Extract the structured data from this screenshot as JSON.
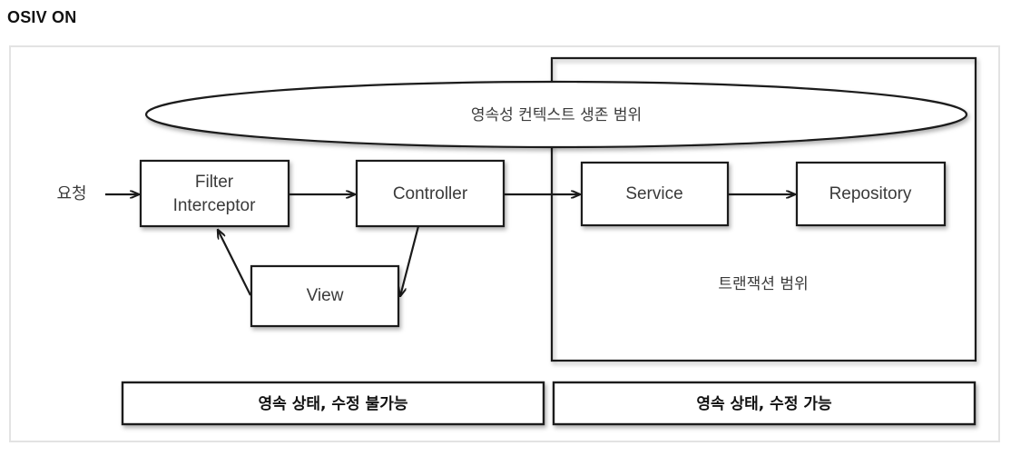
{
  "page": {
    "title": "OSIV ON"
  },
  "diagram": {
    "type": "flow-diagram",
    "entry_label": "요청",
    "scopes": [
      {
        "id": "persistence-context-scope",
        "shape": "ellipse",
        "label": "영속성 컨텍스트 생존 범위"
      },
      {
        "id": "transaction-scope",
        "shape": "rectangle",
        "label": "트랜잭션 범위"
      }
    ],
    "nodes": [
      {
        "id": "filter-interceptor",
        "line1": "Filter",
        "line2": "Interceptor"
      },
      {
        "id": "controller",
        "line1": "Controller",
        "line2": ""
      },
      {
        "id": "service",
        "line1": "Service",
        "line2": ""
      },
      {
        "id": "repository",
        "line1": "Repository",
        "line2": ""
      },
      {
        "id": "view",
        "line1": "View",
        "line2": ""
      }
    ],
    "edges": [
      {
        "from": "요청",
        "to": "Filter Interceptor"
      },
      {
        "from": "Filter Interceptor",
        "to": "Controller"
      },
      {
        "from": "Controller",
        "to": "Service"
      },
      {
        "from": "Service",
        "to": "Repository"
      },
      {
        "from": "Controller",
        "to": "View"
      },
      {
        "from": "View",
        "to": "Filter Interceptor"
      }
    ],
    "footer_bars": [
      {
        "id": "left-bar",
        "label": "영속 상태, 수정 불가능"
      },
      {
        "id": "right-bar",
        "label": "영속 상태, 수정 가능"
      }
    ]
  },
  "colors": {
    "stroke": "#1a1a1a",
    "text": "#3a3a3a",
    "frame": "#e3e3e3",
    "background": "#ffffff"
  }
}
